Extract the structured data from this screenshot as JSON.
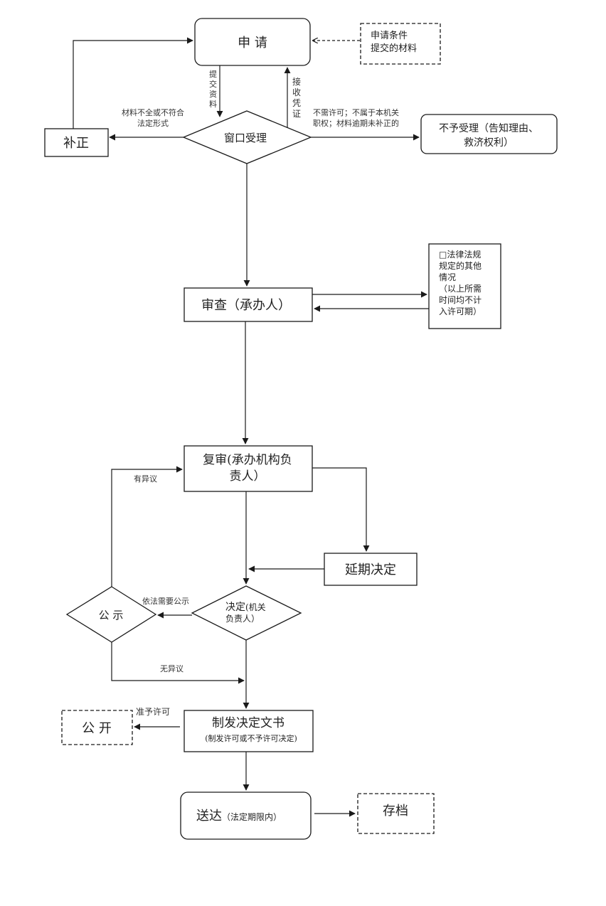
{
  "nodes": {
    "apply": "申  请",
    "conditions_line1": "申请条件",
    "conditions_line2": "提交的材料",
    "window_accept": "窗口受理",
    "correct": "补正",
    "reject_line1": "不予受理（告知理由、",
    "reject_line2": "救济权利）",
    "review": "审查（承办人）",
    "other_line1": "□法律法规",
    "other_line2": "规定的其他",
    "other_line3": "情况",
    "other_line4": "（以上所需",
    "other_line5": "时间均不计",
    "other_line6": "入许可期）",
    "recheck_line1": "复审(承办机构负",
    "recheck_line2": "责人）",
    "extension": "延期决定",
    "decision_main": "决定",
    "decision_sub1": "(机关",
    "decision_sub2": "负责人）",
    "publicity": "公  示",
    "issue_main": "制发决定文书",
    "issue_sub": "(制发许可或不予许可决定)",
    "open": "公  开",
    "deliver_main": "送达",
    "deliver_sub": "（法定期限内）",
    "archive": "存档"
  },
  "edge_labels": {
    "submit_materials": [
      "提",
      "交",
      "资",
      "料"
    ],
    "receive_voucher": [
      "接",
      "收",
      "凭",
      "证"
    ],
    "incomplete_line1": "材料不全或不符合",
    "incomplete_line2": "法定形式",
    "no_permit_line1": "不需许可；不属于本机关",
    "no_permit_line2": "职权；材料逾期未补正的",
    "has_objection": "有异议",
    "need_publicity": "依法需要公示",
    "no_objection": "无异议",
    "grant_permit": "准予许可"
  },
  "colors": {
    "line": "#1a1a1a",
    "text": "#222222"
  }
}
